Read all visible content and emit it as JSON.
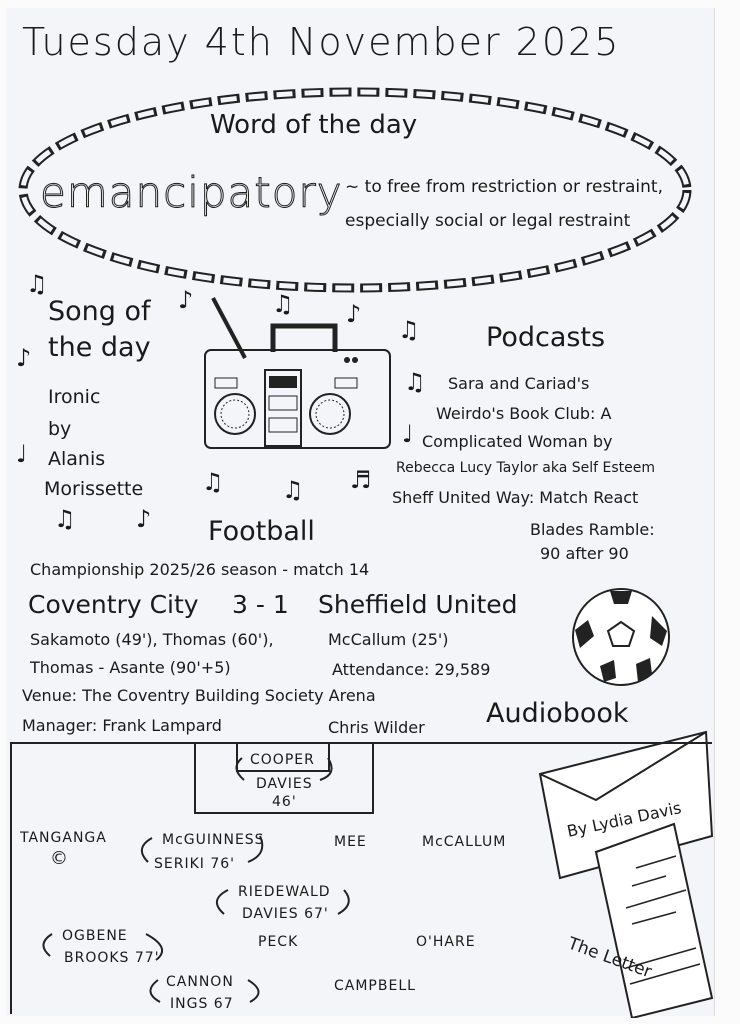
{
  "header": {
    "date": "Tuesday 4th November 2025"
  },
  "word_of_the_day": {
    "heading": "Word of the day",
    "word": "emancipatory",
    "definition": "~ to free from restriction or restraint, especially social or legal restraint"
  },
  "song_of_the_day": {
    "heading_line1": "Song of",
    "heading_line2": "the day",
    "lines": [
      "Ironic",
      "by",
      "Alanis",
      "Morissette"
    ]
  },
  "podcasts": {
    "heading": "Podcasts",
    "lines": [
      "Sara and Cariad's",
      "Weirdo's Book Club: A",
      "Complicated Woman by",
      "Rebecca Lucy Taylor aka Self Esteem",
      "Sheff United Way: Match React",
      "Blades Ramble:",
      "90 after 90"
    ]
  },
  "football": {
    "heading": "Football",
    "competition": "Championship 2025/26 season - match 14",
    "home_team": "Coventry City",
    "score": "3 - 1",
    "away_team": "Sheffield United",
    "home_scorers_1": "Sakamoto (49'), Thomas (60'),",
    "home_scorers_2": "Thomas - Asante (90'+5)",
    "away_scorers": "McCallum (25')",
    "attendance": "Attendance: 29,589",
    "venue": "Venue: The Coventry Building Society Arena",
    "home_manager": "Manager: Frank Lampard",
    "away_manager": "Chris Wilder",
    "lineup": {
      "gk_off": "COOPER",
      "gk_on": "DAVIES",
      "gk_min": "46'",
      "captain_name": "TANGANGA",
      "captain_mark": "©",
      "d1_off": "McGUINNESS",
      "d1_on": "SERIKI 76'",
      "d2": "MEE",
      "d3": "McCALLUM",
      "m1_off": "RIEDEWALD",
      "m1_on": "DAVIES 67'",
      "w1_off": "OGBENE",
      "w1_on": "BROOKS 77'",
      "m2": "PECK",
      "w2": "O'HARE",
      "f1_off": "CANNON",
      "f1_on": "INGS 67",
      "f2": "CAMPBELL"
    }
  },
  "audiobook": {
    "heading": "Audiobook",
    "author": "By Lydia Davis",
    "title": "The Letter"
  }
}
